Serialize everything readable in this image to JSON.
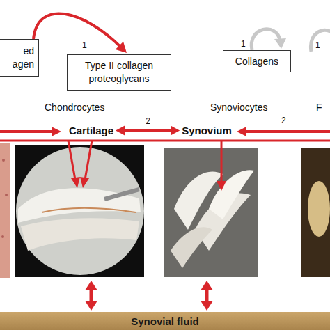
{
  "diagram": {
    "nodes": [
      {
        "text": [
          "ed agen"
        ]
      },
      {
        "text": [
          "Type II collagen proteoglycans"
        ]
      },
      {
        "text": [
          "Collagens"
        ]
      },
      {
        "text": [
          "Cartilage"
        ]
      },
      {
        "text": [
          "Synovium"
        ]
      },
      {
        "text": [
          "Synovial fluid"
        ]
      }
    ],
    "edges": [
      {
        "from": 0,
        "to": 1,
        "arrow": "to",
        "label": "1"
      },
      {
        "from": 3,
        "to": 4,
        "arrow": "both",
        "label": "2"
      },
      {
        "from": 3,
        "to": 5,
        "arrow": "both"
      },
      {
        "from": 4,
        "to": 5,
        "arrow": "both"
      }
    ],
    "labels": [
      "1",
      "1",
      "Chondrocytes",
      "Synoviocytes",
      "F",
      "2"
    ]
  }
}
